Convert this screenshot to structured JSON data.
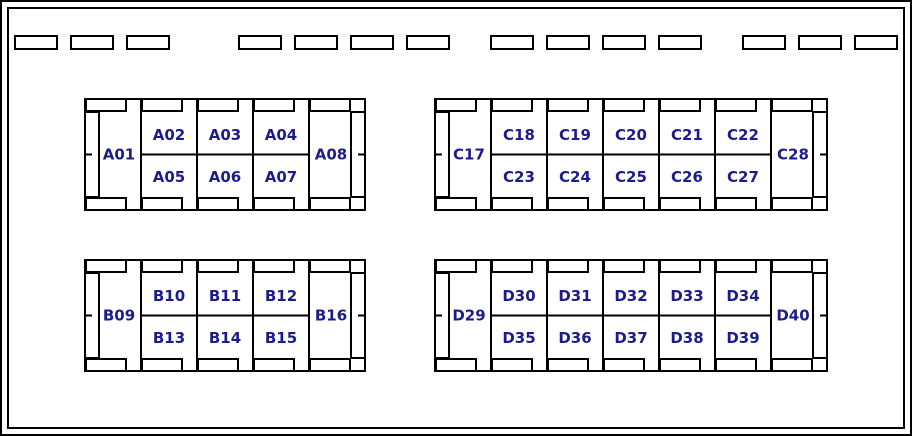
{
  "colors": {
    "line": "#000000",
    "label": "#1c1c8c",
    "background": "#ffffff"
  },
  "groups": [
    {
      "id": "A",
      "left": "A01",
      "top": [
        "A02",
        "A03",
        "A04"
      ],
      "bottom": [
        "A05",
        "A06",
        "A07"
      ],
      "right": "A08"
    },
    {
      "id": "C",
      "left": "C17",
      "top": [
        "C18",
        "C19",
        "C20",
        "C21",
        "C22"
      ],
      "bottom": [
        "C23",
        "C24",
        "C25",
        "C26",
        "C27"
      ],
      "right": "C28"
    },
    {
      "id": "B",
      "left": "B09",
      "top": [
        "B10",
        "B11",
        "B12"
      ],
      "bottom": [
        "B13",
        "B14",
        "B15"
      ],
      "right": "B16"
    },
    {
      "id": "D",
      "left": "D29",
      "top": [
        "D30",
        "D31",
        "D32",
        "D33",
        "D34"
      ],
      "bottom": [
        "D35",
        "D36",
        "D37",
        "D38",
        "D39"
      ],
      "right": "D40"
    }
  ],
  "top_slot_count": 14
}
